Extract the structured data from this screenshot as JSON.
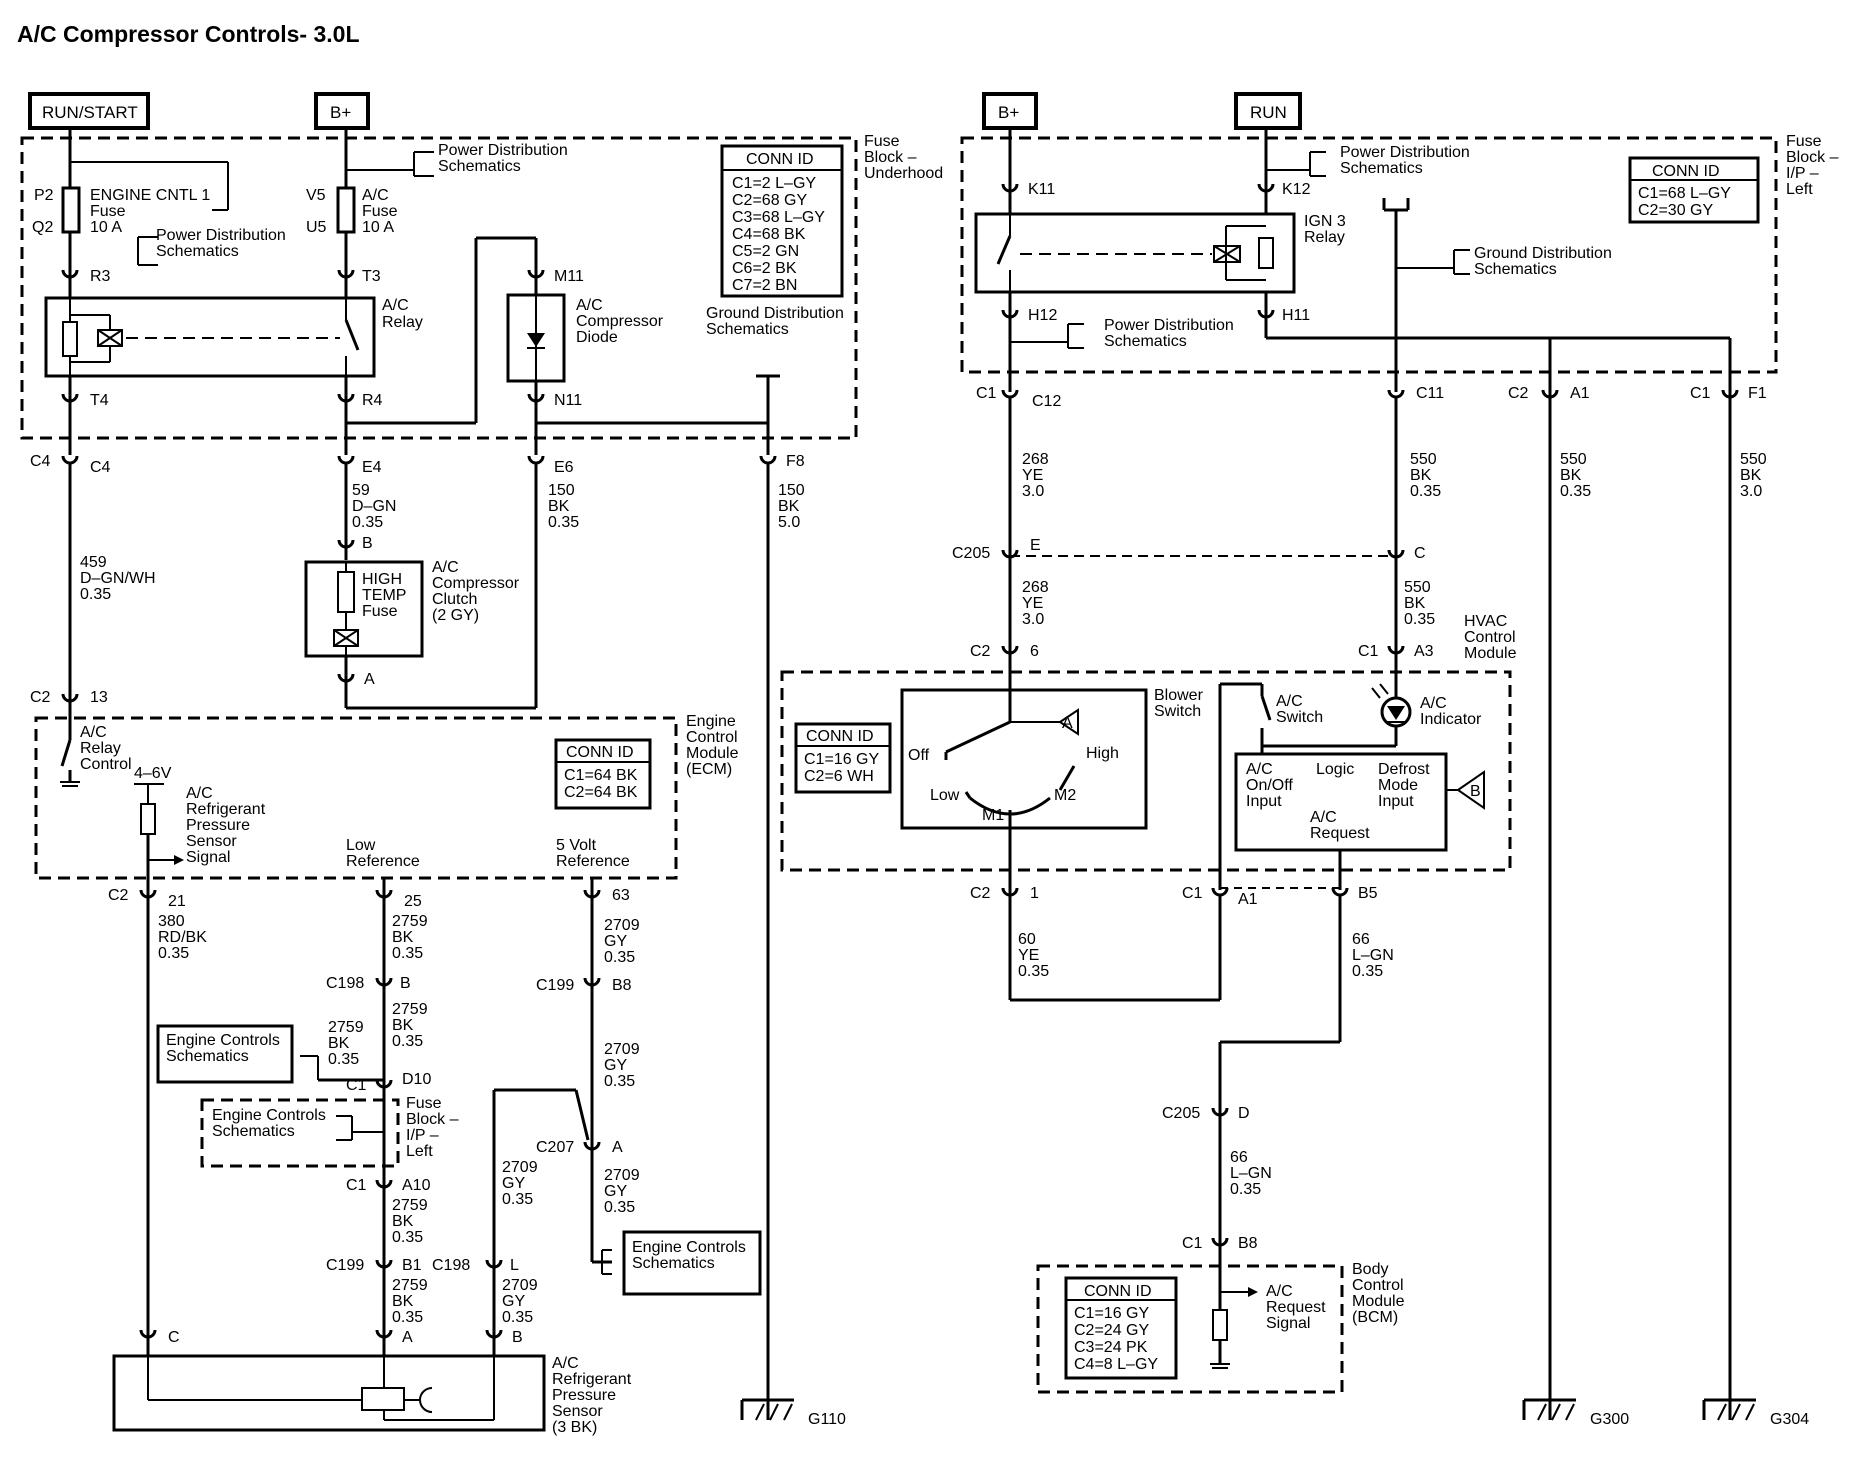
{
  "title": "A/C Compressor Controls- 3.0L",
  "power": {
    "run_start": "RUN/START",
    "b_plus_left": "B+",
    "b_plus_right": "B+",
    "run": "RUN"
  },
  "underhood_fuse_block": {
    "label": [
      "Fuse",
      "Block –",
      "Underhood"
    ],
    "conn_id_title": "CONN ID",
    "conn_id": [
      "C1=2 L–GY",
      "C2=68 GY",
      "C3=68 L–GY",
      "C4=68 BK",
      "C5=2 GN",
      "C6=2 BK",
      "C7=2 BN"
    ],
    "pds_label": [
      "Power Distribution",
      "Schematics"
    ],
    "pds_label_2": [
      "Power Distribution",
      "Schematics"
    ],
    "gds_label": [
      "Ground Distribution",
      "Schematics"
    ],
    "fuse_engine": {
      "cavity_in": "P2",
      "cavity_out": "Q2",
      "lines": [
        "ENGINE CNTL 1",
        "Fuse",
        "10 A"
      ]
    },
    "fuse_ac": {
      "cavity_in": "V5",
      "cavity_out": "U5",
      "lines": [
        "A/C",
        "Fuse",
        "10 A"
      ]
    },
    "relay_label": [
      "A/C",
      "Relay"
    ],
    "diode_label": [
      "A/C",
      "Compressor",
      "Diode"
    ],
    "terminals": {
      "r3": "R3",
      "t3": "T3",
      "m11": "M11",
      "t4": "T4",
      "r4": "R4",
      "n11": "N11"
    }
  },
  "left_connectors": {
    "c4_a": "C4",
    "c4_b": "C4",
    "e4": "E4",
    "e6": "E6",
    "f8": "F8",
    "b": "B",
    "a": "A",
    "c2": "C2",
    "c2_pin": "13"
  },
  "wires_left": {
    "w59": [
      "59",
      "D–GN",
      "0.35"
    ],
    "w150a": [
      "150",
      "BK",
      "0.35"
    ],
    "w150b": [
      "150",
      "BK",
      "5.0"
    ],
    "w459": [
      "459",
      "D–GN/WH",
      "0.35"
    ]
  },
  "clutch": {
    "fuse": [
      "HIGH",
      "TEMP",
      "Fuse"
    ],
    "label": [
      "A/C",
      "Compressor",
      "Clutch",
      "(2 GY)"
    ]
  },
  "ecm": {
    "label": [
      "Engine",
      "Control",
      "Module",
      "(ECM)"
    ],
    "conn_id_title": "CONN ID",
    "conn_id": [
      "C1=64 BK",
      "C2=64 BK"
    ],
    "relay_control": [
      "A/C",
      "Relay",
      "Control"
    ],
    "voltage": "4–6V",
    "sensor_signal": [
      "A/C",
      "Refrigerant",
      "Pressure",
      "Sensor",
      "Signal"
    ],
    "low_ref": [
      "Low",
      "Reference"
    ],
    "five_v_ref": [
      "5 Volt",
      "Reference"
    ]
  },
  "sensor_section": {
    "c2": "C2",
    "pin21": "21",
    "pin25": "25",
    "pin63": "63",
    "w380": [
      "380",
      "RD/BK",
      "0.35"
    ],
    "w2759a": [
      "2759",
      "BK",
      "0.35"
    ],
    "w2709a": [
      "2709",
      "GY",
      "0.35"
    ],
    "c198a": "C198",
    "c198a_pin": "B",
    "c199a": "C199",
    "c199a_pin": "B8",
    "w2759b": [
      "2759",
      "BK",
      "0.35"
    ],
    "w2709b": [
      "2709",
      "GY",
      "0.35"
    ],
    "w2759c": [
      "2759",
      "BK",
      "0.35"
    ],
    "ecs1": [
      "Engine Controls",
      "Schematics"
    ],
    "ecs2": [
      "Engine Controls",
      "Schematics"
    ],
    "ecs3": [
      "Engine Controls",
      "Schematics"
    ],
    "c1a": "C1",
    "d10": "D10",
    "fuse_block_ip": [
      "Fuse",
      "Block –",
      "I/P –",
      "Left"
    ],
    "c1b": "C1",
    "a10": "A10",
    "w2759d": [
      "2759",
      "BK",
      "0.35"
    ],
    "c207": "C207",
    "c207_pin": "A",
    "w2709c": [
      "2709",
      "GY",
      "0.35"
    ],
    "w2709d": [
      "2709",
      "GY",
      "0.35"
    ],
    "c199b": "C199",
    "b1": "B1",
    "c198b": "C198",
    "l": "L",
    "w2759e": [
      "2759",
      "BK",
      "0.35"
    ],
    "w2709e": [
      "2709",
      "GY",
      "0.35"
    ],
    "pin_c": "C",
    "pin_a": "A",
    "pin_b": "B",
    "sensor_label": [
      "A/C",
      "Refrigerant",
      "Pressure",
      "Sensor",
      "(3 BK)"
    ],
    "g110": "G110"
  },
  "ip_fuse_block": {
    "label": [
      "Fuse",
      "Block –",
      "I/P –",
      "Left"
    ],
    "conn_id_title": "CONN ID",
    "conn_id": [
      "C1=68 L–GY",
      "C2=30 GY"
    ],
    "pds": [
      "Power Distribution",
      "Schematics"
    ],
    "pds2": [
      "Power Distribution",
      "Schematics"
    ],
    "gds": [
      "Ground Distribution",
      "Schematics"
    ],
    "k11": "K11",
    "k12": "K12",
    "h12": "H12",
    "h11": "H11",
    "ign3": [
      "IGN 3",
      "Relay"
    ],
    "c1a": "C1",
    "c12": "C12",
    "c11": "C11",
    "c2": "C2",
    "a1": "A1",
    "c1b": "C1",
    "f1": "F1"
  },
  "wires_right": {
    "w268a": [
      "268",
      "YE",
      "3.0"
    ],
    "w550a": [
      "550",
      "BK",
      "0.35"
    ],
    "w550b": [
      "550",
      "BK",
      "0.35"
    ],
    "w550c": [
      "550",
      "BK",
      "3.0"
    ],
    "c205": "C205",
    "e": "E",
    "c": "C",
    "w268b": [
      "268",
      "YE",
      "3.0"
    ],
    "w550d": [
      "550",
      "BK",
      "0.35"
    ],
    "c2": "C2",
    "pin6": "6",
    "c1": "C1",
    "a3": "A3"
  },
  "hvac": {
    "label": [
      "HVAC",
      "Control",
      "Module"
    ],
    "conn_id_title": "CONN ID",
    "conn_id": [
      "C1=16 GY",
      "C2=6 WH"
    ],
    "blower": [
      "Blower",
      "Switch"
    ],
    "off": "Off",
    "low": "Low",
    "high": "High",
    "m1": "M1",
    "m2": "M2",
    "arrow_a": "A",
    "ac_switch": [
      "A/C",
      "Switch"
    ],
    "ac_indicator": [
      "A/C",
      "Indicator"
    ],
    "onoff": [
      "A/C",
      "On/Off",
      "Input"
    ],
    "logic": "Logic",
    "defrost": [
      "Defrost",
      "Mode",
      "Input"
    ],
    "ac_request": [
      "A/C",
      "Request"
    ],
    "arrow_b": "B",
    "c2": "C2",
    "pin1": "1",
    "c1": "C1",
    "a1": "A1",
    "b5": "B5"
  },
  "bcm_section": {
    "w60": [
      "60",
      "YE",
      "0.35"
    ],
    "w66a": [
      "66",
      "L–GN",
      "0.35"
    ],
    "c205": "C205",
    "d": "D",
    "w66b": [
      "66",
      "L–GN",
      "0.35"
    ],
    "c1": "C1",
    "b8": "B8",
    "conn_id_title": "CONN ID",
    "conn_id": [
      "C1=16 GY",
      "C2=24 GY",
      "C3=24 PK",
      "C4=8 L–GY"
    ],
    "signal": [
      "A/C",
      "Request",
      "Signal"
    ],
    "label": [
      "Body",
      "Control",
      "Module",
      "(BCM)"
    ],
    "g300": "G300",
    "g304": "G304"
  }
}
